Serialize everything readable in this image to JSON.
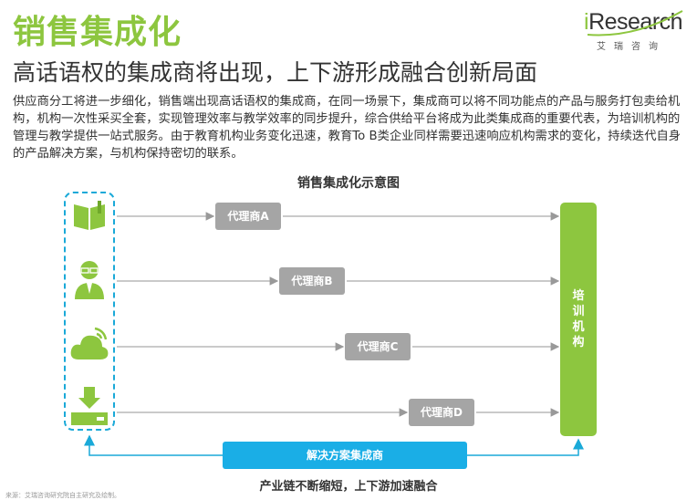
{
  "header": {
    "title": "销售集成化",
    "subtitle": "高话语权的集成商将出现，上下游形成融合创新局面",
    "logo_text_i": "i",
    "logo_text_rest": "Research",
    "logo_cn": "艾瑞咨询"
  },
  "body": {
    "paragraph": "供应商分工将进一步细化，销售端出现高话语权的集成商，在同一场景下，集成商可以将不同功能点的产品与服务打包卖给机构，机构一次性采买全套，实现管理效率与教学效率的同步提升，综合供给平台将成为此类集成商的重要代表，为培训机构的管理与教学提供一站式服务。由于教育机构业务变化迅速，教育To B类企业同样需要迅速响应机构需求的变化，持续迭代自身的产品解决方案，与机构保持密切的联系。"
  },
  "diagram": {
    "title": "销售集成化示意图",
    "agents": [
      "代理商A",
      "代理商B",
      "代理商C",
      "代理商D"
    ],
    "icons": [
      "book-icon",
      "teacher-icon",
      "cloud-icon",
      "download-icon"
    ],
    "target": "培训机构",
    "integrator": "解决方案集成商",
    "bottom_note": "产业链不断缩短，上下游加速融合"
  },
  "footer": {
    "source": "来源：艾瑞咨询研究院自主研究及绘制。"
  },
  "colors": {
    "green": "#8dc63f",
    "blue": "#1aa9d8",
    "grey": "#a5a5a5"
  }
}
